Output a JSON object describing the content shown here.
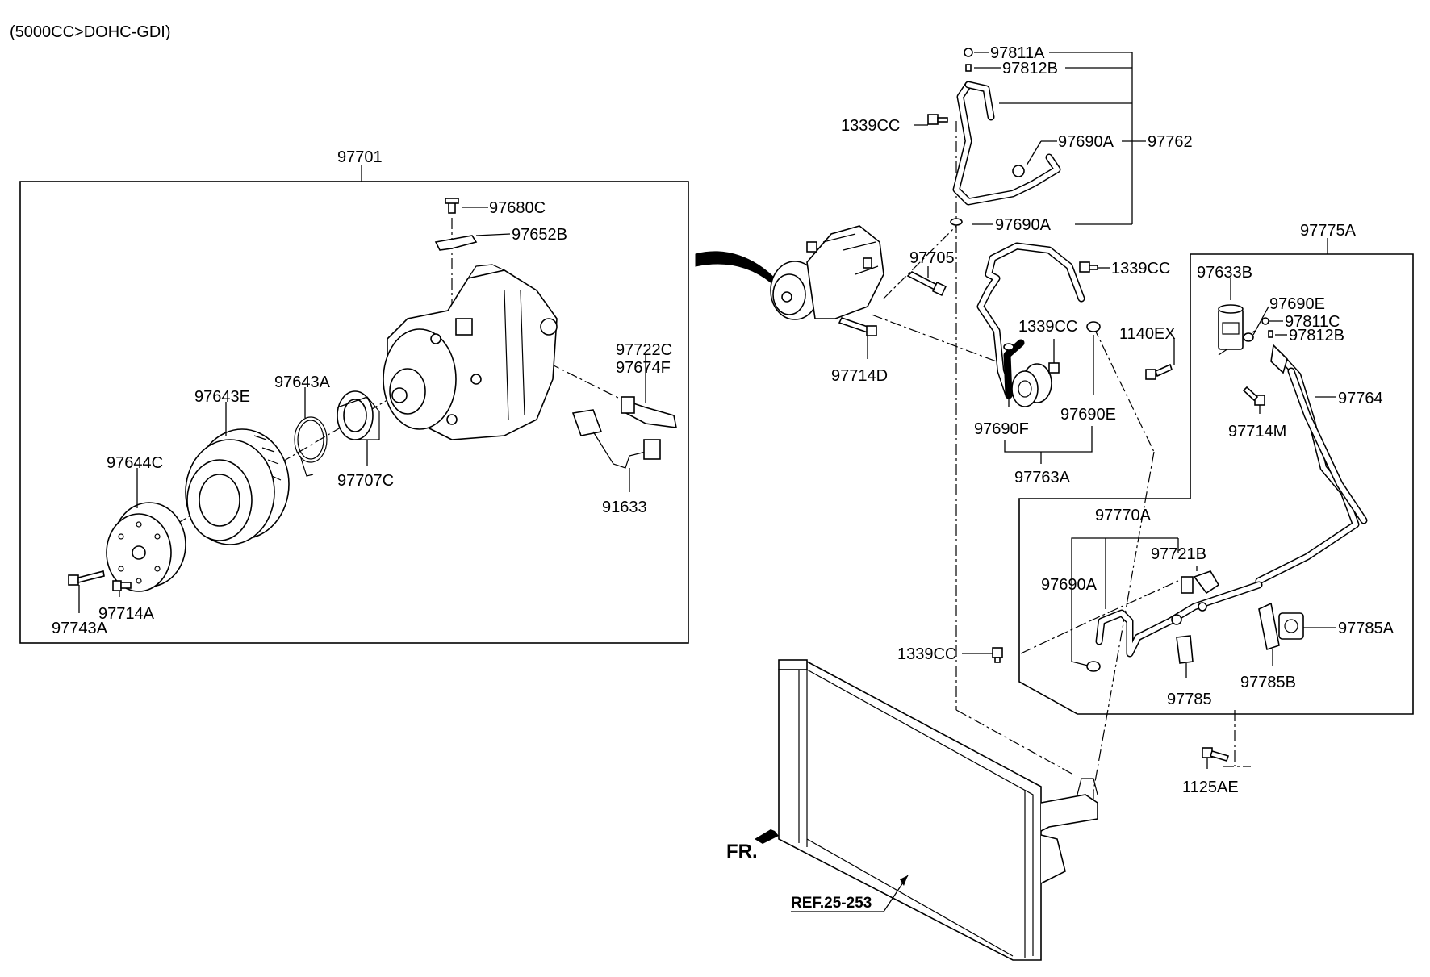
{
  "header": {
    "engine_spec": "(5000CC>DOHC-GDI)"
  },
  "labels": {
    "p97701": "97701",
    "p97680C": "97680C",
    "p97652B": "97652B",
    "p97722C": "97722C",
    "p97674F": "97674F",
    "p91633": "91633",
    "p97643E": "97643E",
    "p97643A": "97643A",
    "p97644C": "97644C",
    "p97707C": "97707C",
    "p97714A": "97714A",
    "p97743A": "97743A",
    "p97811A": "97811A",
    "p97812B_top": "97812B",
    "p1339CC_a": "1339CC",
    "p97690A_a": "97690A",
    "p97762": "97762",
    "p97690A_b": "97690A",
    "p97705": "97705",
    "p97714D": "97714D",
    "p1339CC_b": "1339CC",
    "p1339CC_c": "1339CC",
    "p97690F": "97690F",
    "p97690E_a": "97690E",
    "p97763A": "97763A",
    "p97775A": "97775A",
    "p97633B": "97633B",
    "p97690E_b": "97690E",
    "p97811C": "97811C",
    "p97812B_b": "97812B",
    "p1140EX": "1140EX",
    "p97764": "97764",
    "p97714M": "97714M",
    "p97770A": "97770A",
    "p97721B": "97721B",
    "p97690A_c": "97690A",
    "p1339CC_d": "1339CC",
    "p97785A": "97785A",
    "p97785B": "97785B",
    "p97785": "97785",
    "p1125AE": "1125AE",
    "ref": "REF.25-253",
    "front": "FR."
  }
}
